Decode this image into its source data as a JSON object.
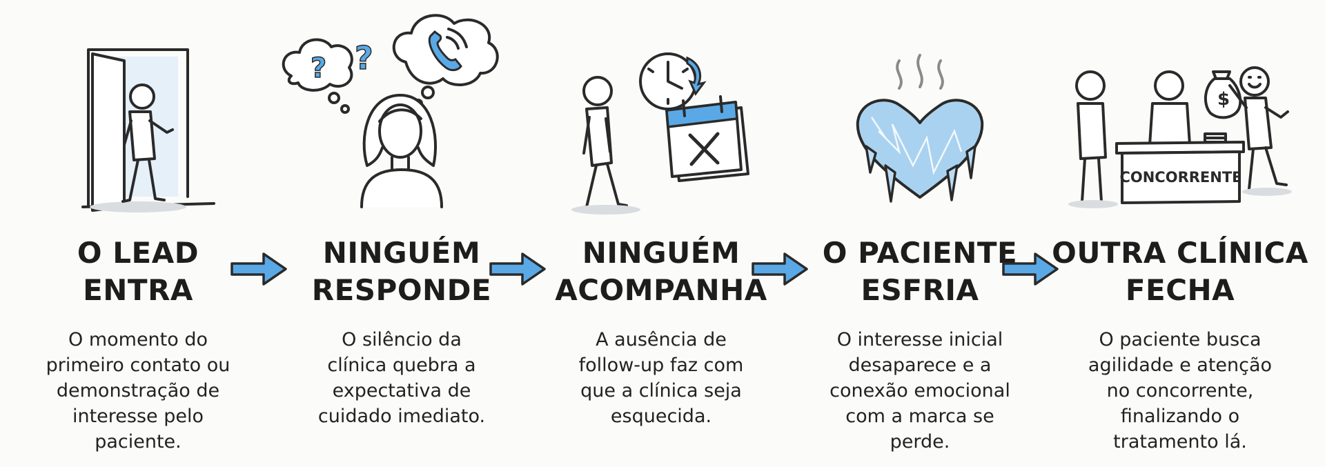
{
  "steps": [
    {
      "title_lines": [
        "O LEAD",
        "ENTRA"
      ],
      "desc_lines": [
        "O momento do",
        "primeiro contato ou",
        "demonstração de",
        "interesse pelo",
        "paciente."
      ],
      "icon": "door-person-icon"
    },
    {
      "title_lines": [
        "NINGUÉM",
        "RESPONDE"
      ],
      "desc_lines": [
        "O silêncio da",
        "clínica quebra a",
        "expectativa de",
        "cuidado imediato."
      ],
      "icon": "woman-questions-icon"
    },
    {
      "title_lines": [
        "NINGUÉM",
        "ACOMPANHA"
      ],
      "desc_lines": [
        "A ausência de",
        "follow-up faz com",
        "que a clínica seja",
        "esquecida."
      ],
      "icon": "person-clock-calendar-icon"
    },
    {
      "title_lines": [
        "O PACIENTE",
        "ESFRIA"
      ],
      "desc_lines": [
        "O interesse inicial",
        "desaparece e a",
        "conexão emocional",
        "com a marca se",
        "perde."
      ],
      "icon": "frozen-heart-icon"
    },
    {
      "title_lines": [
        "OUTRA CLÍNICA",
        "FECHA"
      ],
      "desc_lines": [
        "O paciente busca",
        "agilidade e atenção",
        "no concorrente,",
        "finalizando o",
        "tratamento lá."
      ],
      "icon": "competitor-desk-icon",
      "desk_label": "CONCORRENTE"
    }
  ],
  "colors": {
    "accent_blue": "#5aa9e6",
    "light_blue": "#bcdcf3",
    "ink": "#2a2a2a",
    "background": "#fbfbf9"
  }
}
